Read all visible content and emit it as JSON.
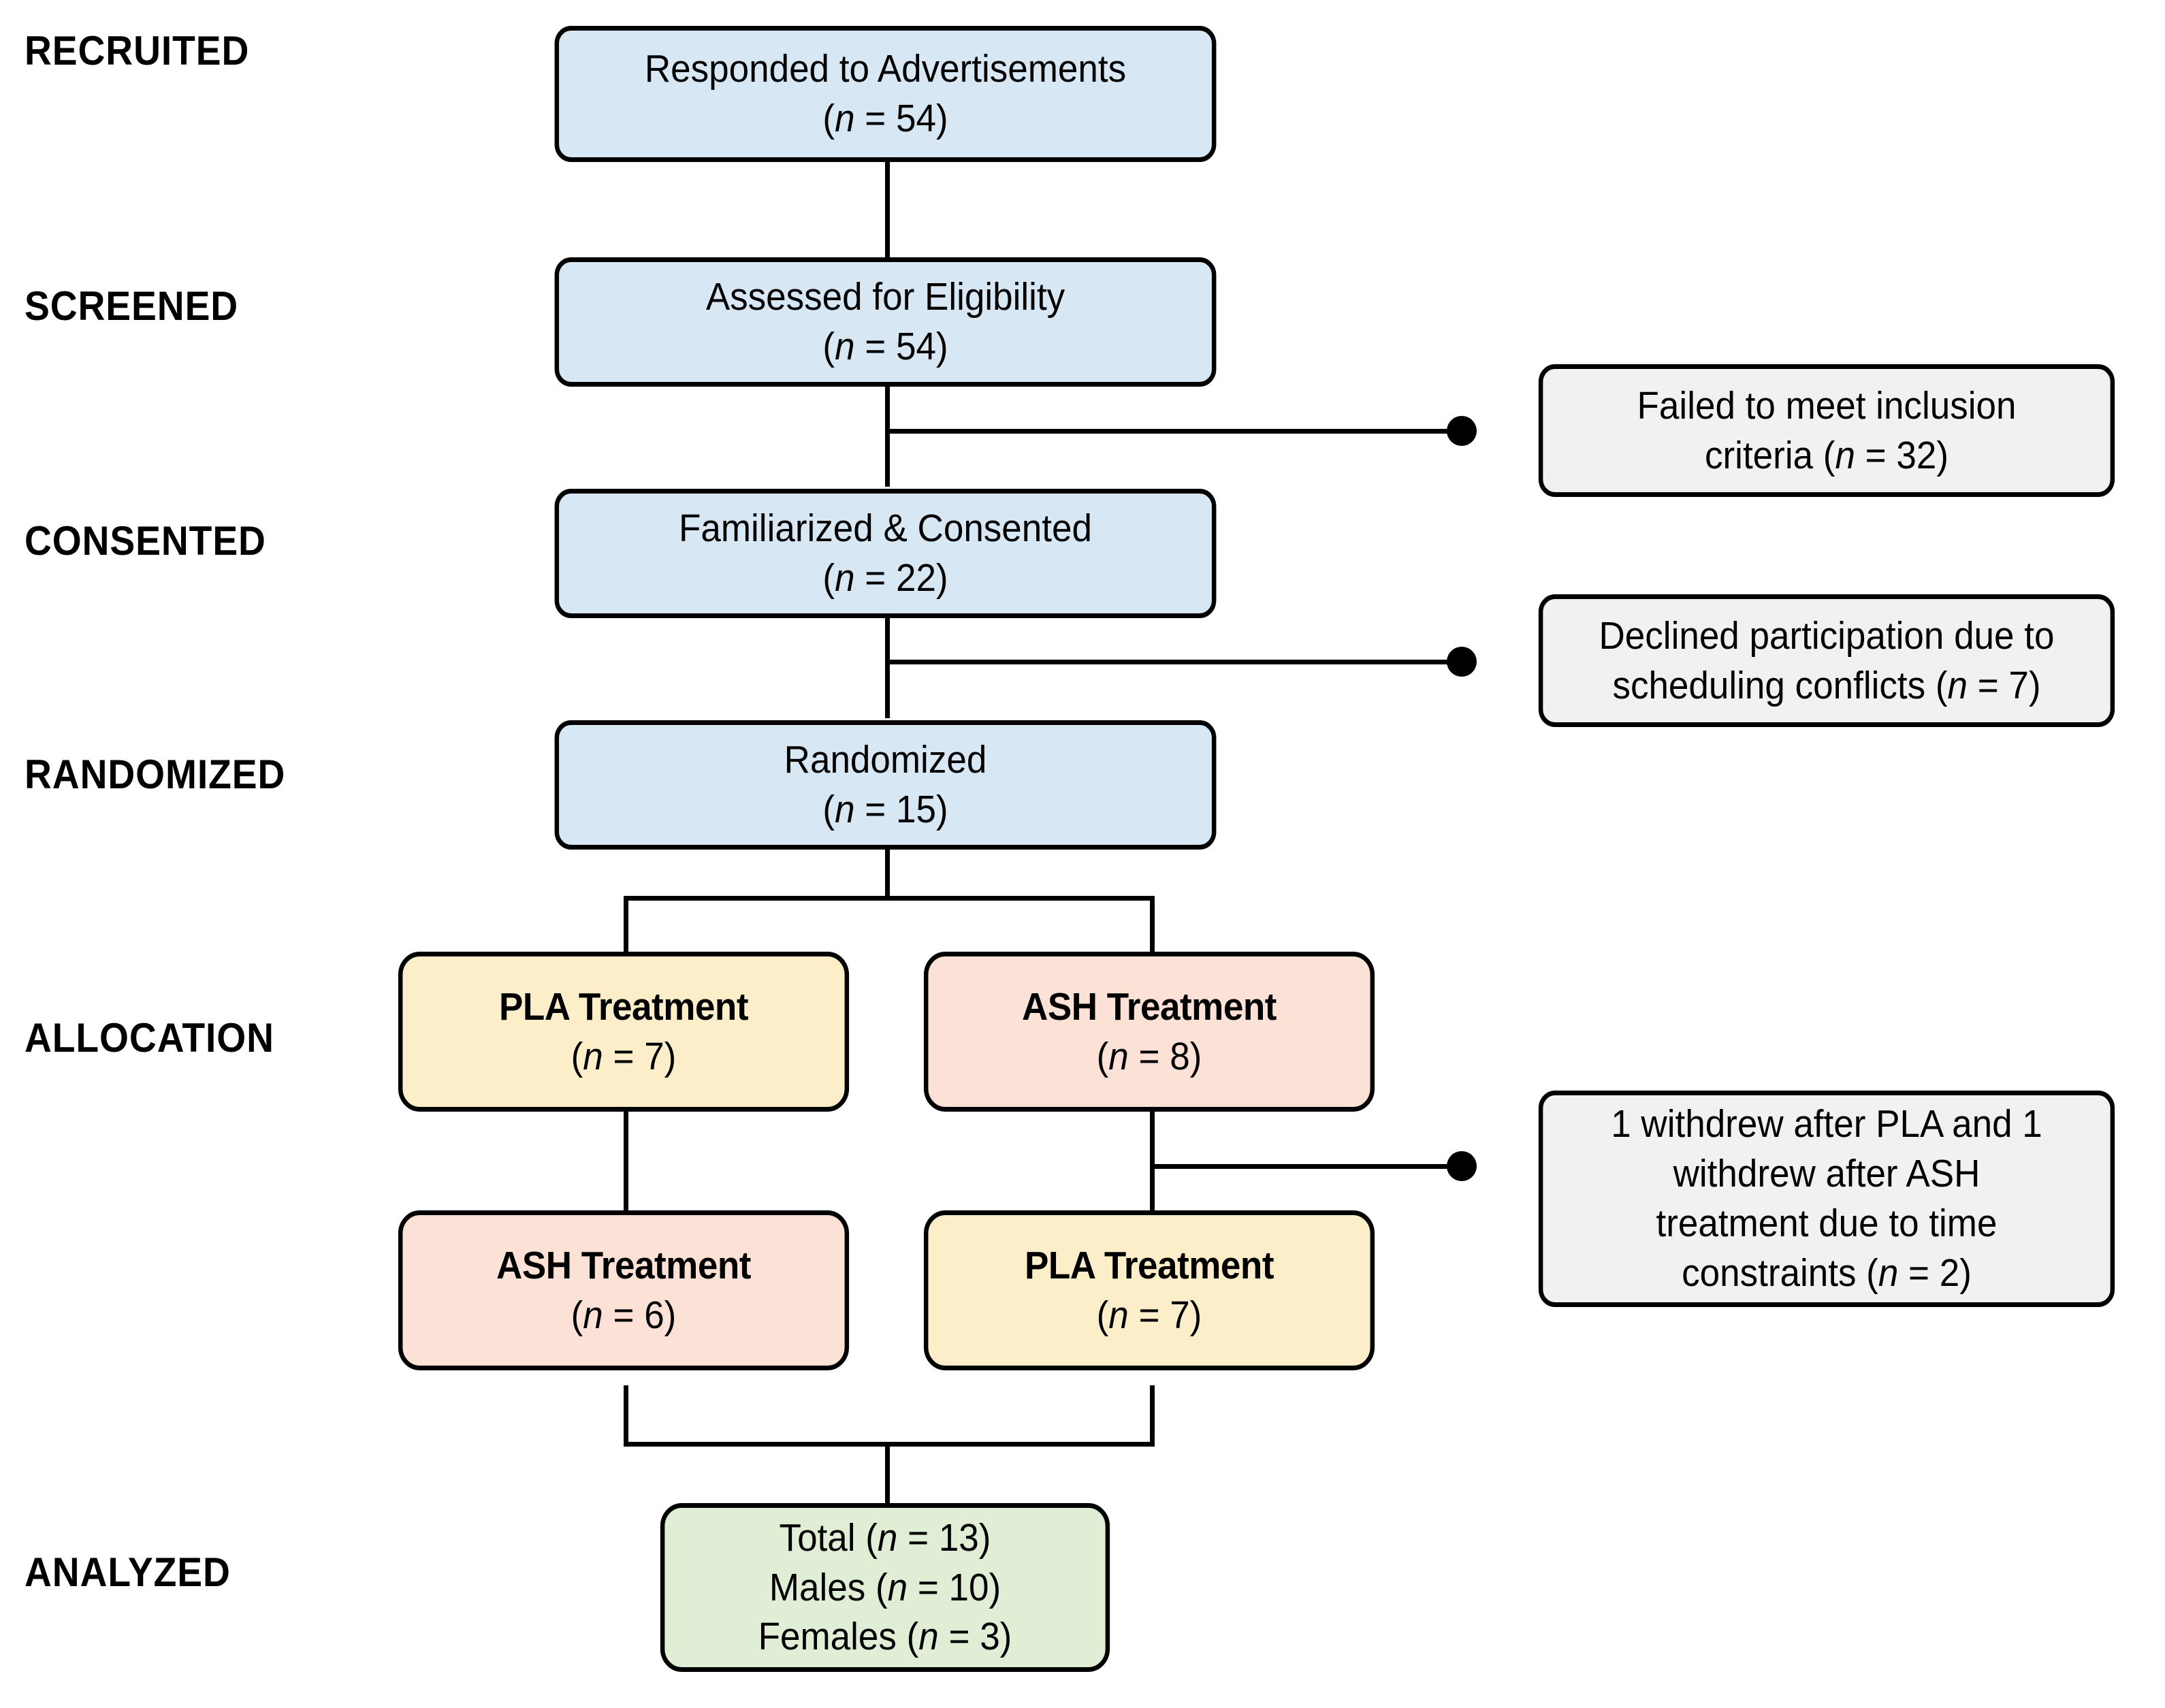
{
  "diagram": {
    "title": "CONSORT participant flow diagram",
    "type": "flowchart",
    "colors": {
      "blue_fill": "#d8e7f4",
      "yellow_fill": "#fdeeca",
      "pink_fill": "#fce2d6",
      "green_fill": "#dfeed5",
      "grey_fill": "#f1f1f1",
      "stroke": "#000000",
      "background": "#ffffff"
    }
  },
  "stages": [
    {
      "id": "recruited",
      "label": "RECRUITED"
    },
    {
      "id": "screened",
      "label": "SCREENED"
    },
    {
      "id": "consented",
      "label": "CONSENTED"
    },
    {
      "id": "randomized",
      "label": "RANDOMIZED"
    },
    {
      "id": "allocation",
      "label": "ALLOCATION"
    },
    {
      "id": "analyzed",
      "label": "ANALYZED"
    }
  ],
  "nodes": {
    "responded": {
      "line1": "Responded to Advertisements",
      "line2_pre": "(",
      "line2_n": "n",
      "line2_post": " = 54)",
      "n": 54,
      "color": "blue"
    },
    "assessed": {
      "line1": "Assessed for Eligibility",
      "line2_pre": "(",
      "line2_n": "n",
      "line2_post": " = 54)",
      "n": 54,
      "color": "blue"
    },
    "consented": {
      "line1": "Familiarized & Consented",
      "line2_pre": "(",
      "line2_n": "n",
      "line2_post": " = 22)",
      "n": 22,
      "color": "blue"
    },
    "randomized": {
      "line1": "Randomized",
      "line2_pre": "(",
      "line2_n": "n",
      "line2_post": " = 15)",
      "n": 15,
      "color": "blue"
    },
    "alloc_left": {
      "line1": "PLA Treatment",
      "line2_pre": "(",
      "line2_n": "n",
      "line2_post": " = 7)",
      "n": 7,
      "color": "yellow"
    },
    "alloc_right": {
      "line1": "ASH Treatment",
      "line2_pre": "(",
      "line2_n": "n",
      "line2_post": " = 8)",
      "n": 8,
      "color": "pink"
    },
    "cross_left": {
      "line1": "ASH Treatment",
      "line2_pre": "(",
      "line2_n": "n",
      "line2_post": " = 6)",
      "n": 6,
      "color": "pink"
    },
    "cross_right": {
      "line1": "PLA Treatment",
      "line2_pre": "(",
      "line2_n": "n",
      "line2_post": " = 7)",
      "n": 7,
      "color": "yellow"
    },
    "analyzed": {
      "color": "green",
      "line1_pre": "Total (",
      "line1_n": "n",
      "line1_post": " = 13)",
      "line2_pre": "Males (",
      "line2_n": "n",
      "line2_post": " = 10)",
      "line3_pre": "Females (",
      "line3_n": "n",
      "line3_post": " = 3)",
      "total": 13,
      "males": 10,
      "females": 3
    }
  },
  "exclusions": [
    {
      "id": "excl_inclusion",
      "color": "grey",
      "line1": "Failed to meet inclusion",
      "line2_pre": "criteria (",
      "line2_n": "n",
      "line2_post": " = 32)",
      "n": 32
    },
    {
      "id": "excl_declined",
      "color": "grey",
      "line1": "Declined participation due to",
      "line2_pre": "scheduling conflicts (",
      "line2_n": "n",
      "line2_post": " = 7)",
      "n": 7
    },
    {
      "id": "excl_withdrew",
      "color": "grey",
      "line1": "1 withdrew after PLA and 1",
      "line2": "withdrew after ASH",
      "line3": "treatment due to time",
      "line4_pre": "constraints (",
      "line4_n": "n",
      "line4_post": " = 2)",
      "n": 2
    }
  ]
}
